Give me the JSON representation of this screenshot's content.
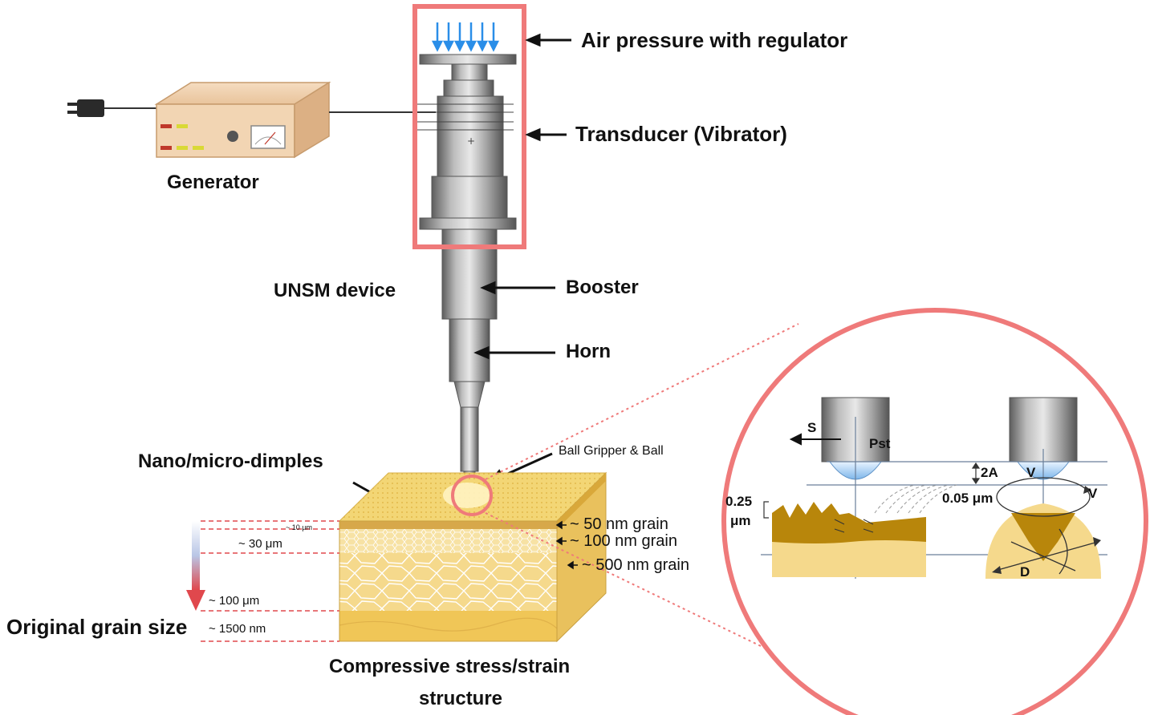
{
  "labels": {
    "air_pressure": "Air pressure with regulator",
    "transducer": "Transducer (Vibrator)",
    "generator": "Generator",
    "unsm_device": "UNSM device",
    "booster": "Booster",
    "horn": "Horn",
    "ball_gripper": "Ball Gripper & Ball",
    "nano_dimples": "Nano/micro-dimples",
    "original_grain": "Original grain size",
    "compressive_line1": "Compressive stress/strain",
    "compressive_line2": "structure"
  },
  "grain_layers": {
    "g50": "~ 50 nm grain",
    "g100": "~ 100 nm grain",
    "g500": "~ 500 nm grain"
  },
  "depths": {
    "d10": "~ 10 μm",
    "d30": "~ 30 μm",
    "d100": "~ 100 μm",
    "d1500": "~ 1500 nm"
  },
  "inset": {
    "s": "S",
    "pst": "Pst",
    "two_a": "2A",
    "v1": "V",
    "v2": "V",
    "roughness": "0.25",
    "roughness_unit": "μm",
    "dimple": "0.05 μm",
    "d": "D"
  },
  "colors": {
    "highlight": "#ef7a7a",
    "arrow_blue": "#2a8ee8",
    "metal": "#9a9a9a",
    "yellow": "#f3d675",
    "depth_line": "#e0484d"
  }
}
